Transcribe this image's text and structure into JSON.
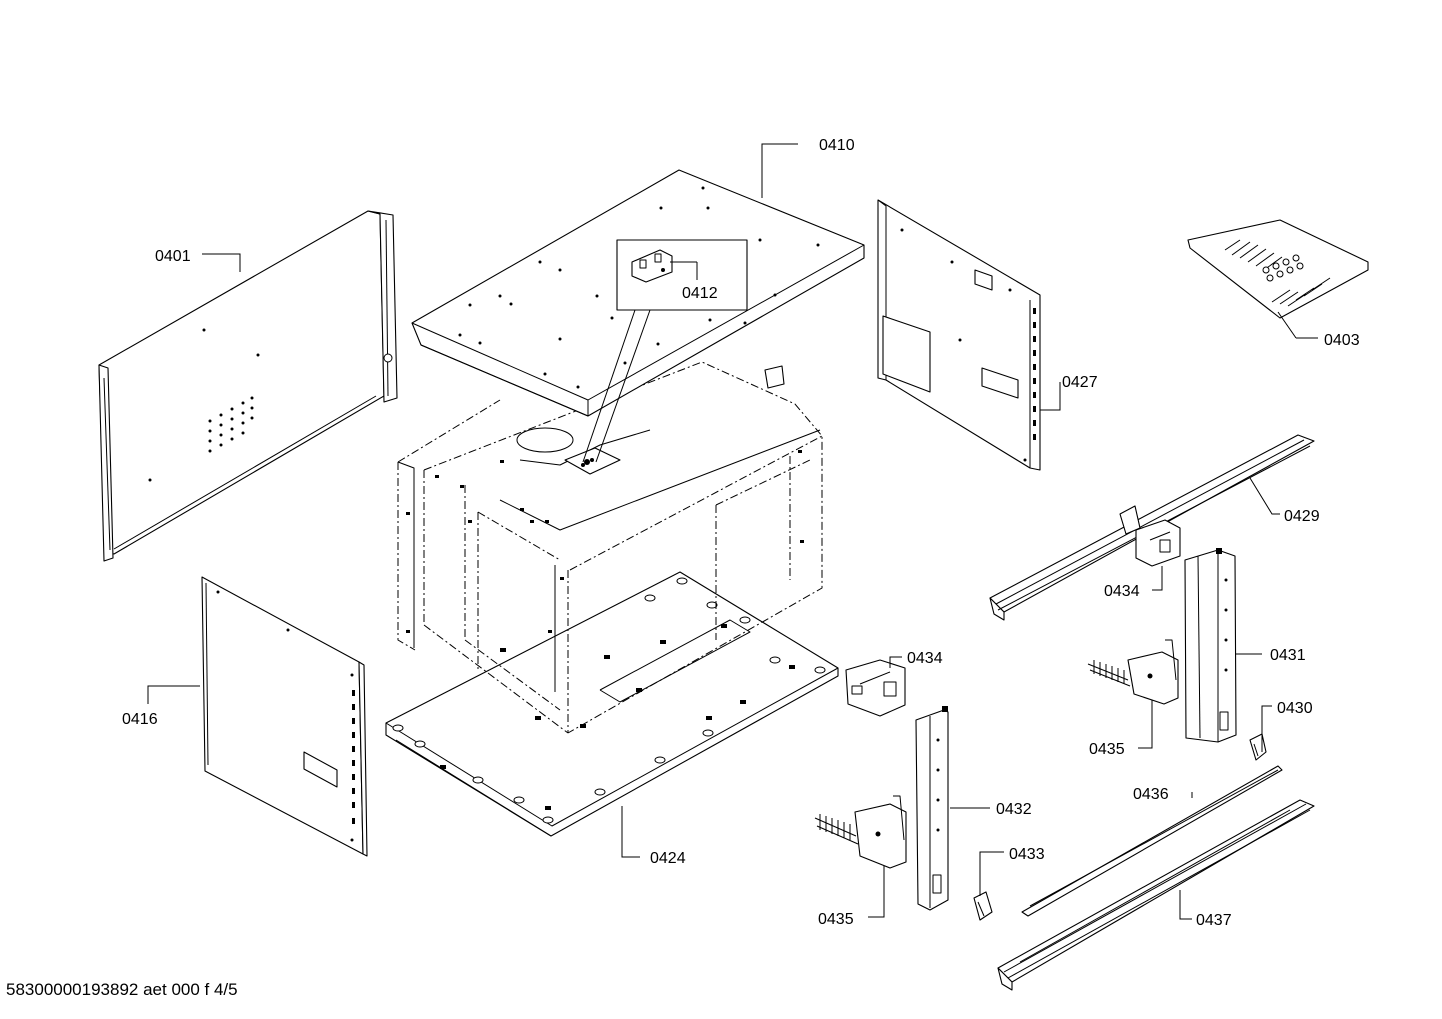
{
  "diagram": {
    "labels": {
      "p0410": "0410",
      "p0401": "0401",
      "p0412": "0412",
      "p0427": "0427",
      "p0403": "0403",
      "p0429": "0429",
      "p0434a": "0434",
      "p0431": "0431",
      "p0434b": "0434",
      "p0416": "0416",
      "p0430": "0430",
      "p0435a": "0435",
      "p0432": "0432",
      "p0436": "0436",
      "p0433": "0433",
      "p0424": "0424",
      "p0435b": "0435",
      "p0437": "0437"
    },
    "document_id": "58300000193892 aet 000 f 4/5"
  }
}
